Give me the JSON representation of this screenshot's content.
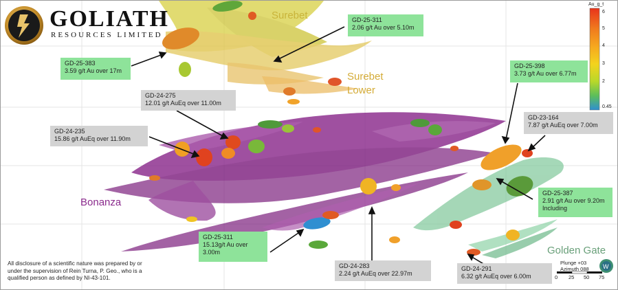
{
  "logo": {
    "name": "GOLIATH",
    "subtitle": "RESOURCES LIMITED"
  },
  "zones": {
    "surebet": "Surebet",
    "surebet_lower_line1": "Surebet",
    "surebet_lower_line2": "Lower",
    "bonanza": "Bonanza",
    "golden_gate": "Golden Gate"
  },
  "callouts": [
    {
      "id": "GD-25-383",
      "line1": "GD-25-383",
      "line2": "3.59 g/t Au over 17m",
      "style": "green"
    },
    {
      "id": "GD-25-311-top",
      "line1": "GD-25-311",
      "line2": "2.06 g/t Au over 5.10m",
      "style": "green"
    },
    {
      "id": "GD-24-275",
      "line1": "GD-24-275",
      "line2": "12.01 g/t AuEq over 11.00m",
      "style": "grey"
    },
    {
      "id": "GD-24-235",
      "line1": "GD-24-235",
      "line2": "15.86 g/t AuEq over 11.90m",
      "style": "grey"
    },
    {
      "id": "GD-25-398",
      "line1": "GD-25-398",
      "line2": "3.73 g/t Au over 6.77m",
      "style": "green"
    },
    {
      "id": "GD-23-164",
      "line1": "GD-23-164",
      "line2": "7.87 g/t AuEq over 7.00m",
      "style": "grey"
    },
    {
      "id": "GD-25-387",
      "line1": "GD-25-387",
      "line2": "2.91 g/t Au over 9.20m",
      "line3": "Including",
      "style": "green"
    },
    {
      "id": "GD-25-311-bottom",
      "line1": "GD-25-311",
      "line2": "15.13g/t Au over",
      "line3": "3.00m",
      "style": "green"
    },
    {
      "id": "GD-24-283",
      "line1": "GD-24-283",
      "line2": "2.24 g/t AuEq over 22.97m",
      "style": "grey"
    },
    {
      "id": "GD-24-291",
      "line1": "GD-24-291",
      "line2": "6.32 g/t AuEq over 6.00m",
      "style": "grey"
    }
  ],
  "disclosure": "All disclosure of a scientific nature was prepared by or under the supervision of Rein Turna, P. Geo., who is a qualified person as defined by NI-43-101.",
  "colorbar": {
    "title": "Au_g_t",
    "ticks": [
      "6",
      "5",
      "4",
      "3",
      "2",
      "0.45"
    ],
    "tick_values": [
      6,
      5,
      4,
      3,
      2,
      0.45
    ],
    "min": 0.45,
    "max": 6.2,
    "colors": [
      "#e8341c",
      "#f07a1e",
      "#f6a91f",
      "#f3d31d",
      "#b8d82a",
      "#5cbe5a",
      "#2f8fd1"
    ]
  },
  "view": {
    "plunge": "Plunge +03",
    "azimuth": "Azimuth 088",
    "scale_ticks": [
      "0",
      "25",
      "50",
      "75"
    ],
    "scale_values": [
      0,
      25,
      50,
      75
    ]
  },
  "colors": {
    "surebet_lens": "#d9d24a",
    "bonanza_lens": "#8a2a8c",
    "golden_gate_lens": "#7fc79a",
    "callout_green": "#8ee39a",
    "callout_grey": "#d3d3d3",
    "zone_surebet_text": "#c9b43a",
    "zone_bonanza_text": "#8a2a8c",
    "zone_golden_text": "#6aa07a"
  }
}
